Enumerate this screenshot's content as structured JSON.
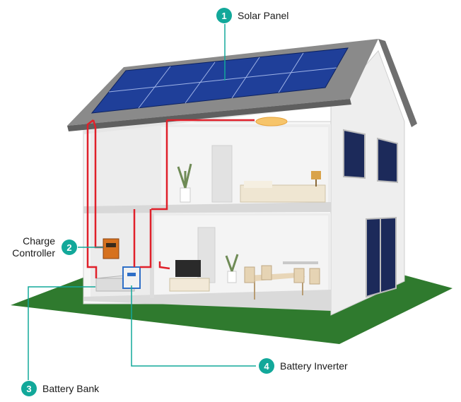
{
  "colors": {
    "accent": "#12a89a",
    "wire": "#e0202a",
    "ground": "#2f7a2e",
    "panel": "#1f3f99",
    "roof": "#7d7d7d",
    "wall": "#f3f3f3"
  },
  "callouts": [
    {
      "number": "1",
      "label": "Solar Panel"
    },
    {
      "number": "2",
      "label_line1": "Charge",
      "label_line2": "Controller"
    },
    {
      "number": "3",
      "label": "Battery Bank"
    },
    {
      "number": "4",
      "label": "Battery Inverter"
    }
  ]
}
